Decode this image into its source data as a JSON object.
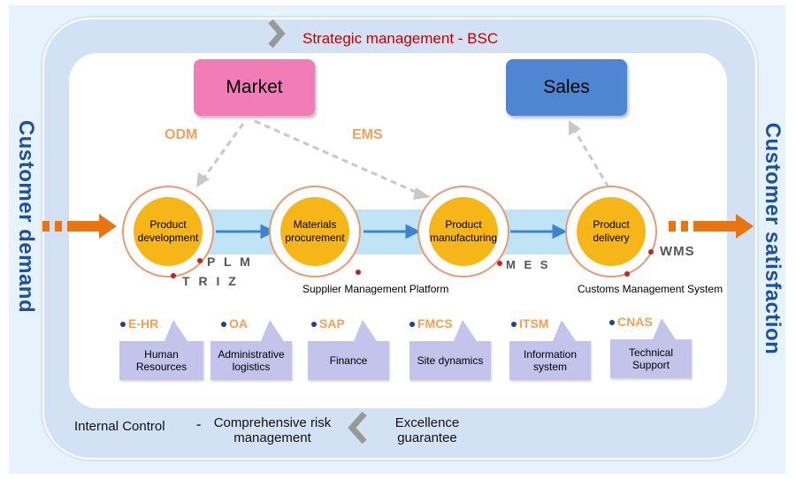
{
  "title": "Strategic management - BSC",
  "left_side": "Customer demand",
  "right_side": "Customer satisfaction",
  "market": "Market",
  "sales": "Sales",
  "odm": "ODM",
  "ems": "EMS",
  "process": [
    {
      "label": "Product development"
    },
    {
      "label": "Materials procurement"
    },
    {
      "label": "Product manufacturing"
    },
    {
      "label": "Product delivery"
    }
  ],
  "plm": "P L M",
  "triz": "T R I Z",
  "mes": "M E S",
  "wms": "WMS",
  "supplier_platform": "Supplier Management Platform",
  "customs_system": "Customs Management System",
  "systems": [
    {
      "code": "E-HR",
      "label": "Human Resources"
    },
    {
      "code": "OA",
      "label": "Administrative logistics"
    },
    {
      "code": "SAP",
      "label": "Finance"
    },
    {
      "code": "FMCS",
      "label": "Site dynamics"
    },
    {
      "code": "ITSM",
      "label": "Information system"
    },
    {
      "code": "CNAS",
      "label": "Technical Support"
    }
  ],
  "bottom": {
    "internal_control": "Internal Control",
    "separator": "-",
    "risk_management": "Comprehensive risk management",
    "excellence": "Excellence guarantee"
  },
  "colors": {
    "accent_orange": "#e87511",
    "title_red": "#c00000",
    "side_blue": "#1f4fa0",
    "process_yellow": "#f6b617",
    "market_pink": "#f27cb5",
    "sales_blue": "#4f86d2",
    "system_lavender": "#c3c3ec"
  }
}
